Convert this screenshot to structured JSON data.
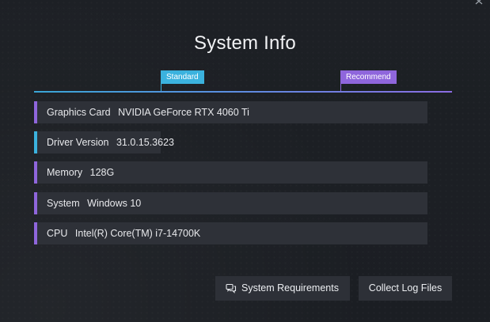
{
  "dialog": {
    "title": "System Info"
  },
  "scale": {
    "standard_label": "Standard",
    "recommend_label": "Recommend",
    "colors": {
      "standard": "#3bb2de",
      "recommend": "#8f66dc"
    }
  },
  "info": {
    "gpu": {
      "label": "Graphics Card",
      "value": "NVIDIA GeForce RTX 4060 Ti"
    },
    "driver": {
      "label": "Driver Version",
      "value": "31.0.15.3623"
    },
    "memory": {
      "label": "Memory",
      "value": "128G"
    },
    "system": {
      "label": "System",
      "value": "Windows 10"
    },
    "cpu": {
      "label": "CPU",
      "value": "Intel(R) Core(TM) i7-14700K"
    }
  },
  "buttons": {
    "system_requirements": {
      "label": "System Requirements",
      "icon": "chat-bubbles-icon"
    },
    "collect_logs": {
      "label": "Collect Log Files"
    }
  },
  "icons": {
    "close": "close-icon"
  }
}
